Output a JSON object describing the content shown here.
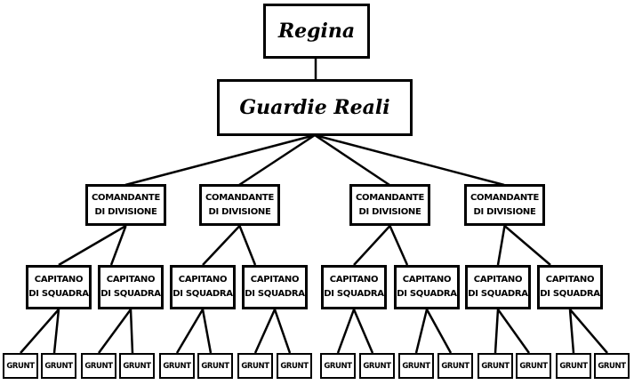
{
  "root": {
    "label": "Regina"
  },
  "guards": {
    "label": "Guardie Reali"
  },
  "commanders": [
    {
      "label": "COMANDANTE\nDI DIVISIONE"
    },
    {
      "label": "COMANDANTE\nDI DIVISIONE"
    },
    {
      "label": "COMANDANTE\nDI DIVISIONE"
    },
    {
      "label": "COMANDANTE\nDI DIVISIONE"
    }
  ],
  "captains": [
    {
      "label": "CAPITANO\nDI SQUADRA"
    },
    {
      "label": "CAPITANO\nDI SQUADRA"
    },
    {
      "label": "CAPITANO\nDI SQUADRA"
    },
    {
      "label": "CAPITANO\nDI SQUADRA"
    },
    {
      "label": "CAPITANO\nDI SQUADRA"
    },
    {
      "label": "CAPITANO\nDI SQUADRA"
    },
    {
      "label": "CAPITANO\nDI SQUADRA"
    },
    {
      "label": "CAPITANO\nDI SQUADRA"
    }
  ],
  "grunts": [
    {
      "label": "GRUNT"
    },
    {
      "label": "GRUNT"
    },
    {
      "label": "GRUNT"
    },
    {
      "label": "GRUNT"
    },
    {
      "label": "GRUNT"
    },
    {
      "label": "GRUNT"
    },
    {
      "label": "GRUNT"
    },
    {
      "label": "GRUNT"
    },
    {
      "label": "GRUNT"
    },
    {
      "label": "GRUNT"
    },
    {
      "label": "GRUNT"
    },
    {
      "label": "GRUNT"
    },
    {
      "label": "GRUNT"
    },
    {
      "label": "GRUNT"
    },
    {
      "label": "GRUNT"
    },
    {
      "label": "GRUNT"
    }
  ]
}
